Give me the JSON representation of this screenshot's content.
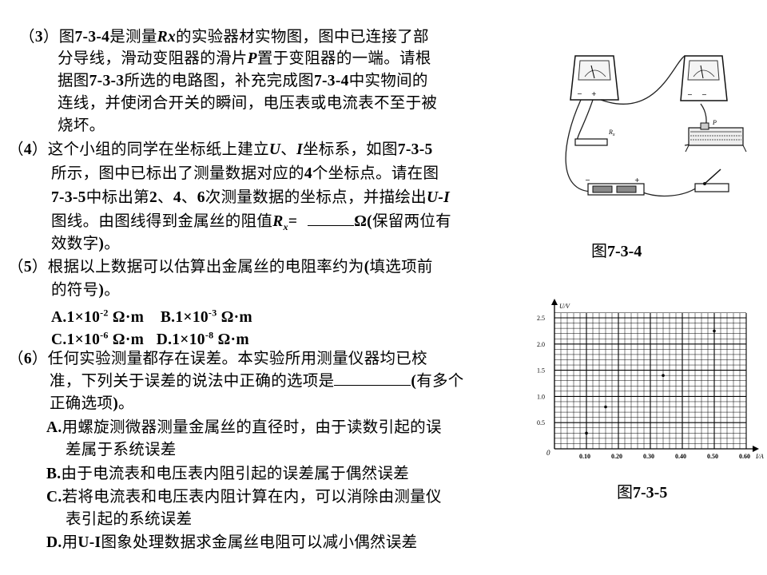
{
  "q3": {
    "num": "3",
    "l1a": "图",
    "l1b": "7-3-4",
    "l1c": "是测量",
    "l1d": "Rx",
    "l1e": "的实验器材实物图，图中已连接了部",
    "l2a": "分导线，滑动变阻器的滑片",
    "l2b": "P",
    "l2c": "置于变阻器的一端。请根",
    "l3a": "据图",
    "l3b": "7-3-3",
    "l3c": "所选的电路图，补充完成图",
    "l3d": "7-3-4",
    "l3e": "中实物间的",
    "l4": "连线，并使闭合开关的瞬间，电压表或电流表不至于被",
    "l5": "烧坏。"
  },
  "q4": {
    "num": "4",
    "l1a": "这个小组的同学在坐标纸上建立",
    "l1b": "U",
    "l1c": "、",
    "l1d": "I",
    "l1e": "坐标系，如图",
    "l1f": "7-3-5",
    "l2a": "所示，图中已标出了测量数据对应的",
    "l2b": "4",
    "l2c": "个坐标点。请在图",
    "l3a": "7-3-5",
    "l3b": "中标出第",
    "l3c": "2",
    "l3d": "、",
    "l3e": "4",
    "l3f": "、",
    "l3g": "6",
    "l3h": "次测量数据的坐标点，并描绘出",
    "l3i": "U-I",
    "l4a": "图线。由图线得到金属丝的阻值",
    "l4b": "R",
    "l4c": "x",
    "l4d": "=",
    "l4e": "Ω(",
    "l4f": "保留两位有",
    "l5a": "效数字",
    "l5b": ")",
    "l5c": "。"
  },
  "q5": {
    "num": "5",
    "l1a": "根据以上数据可以估算出金属丝的电阻率约为",
    "l1b": "(",
    "l1c": "填选项前",
    "l2a": "的符号",
    "l2b": ")",
    "l2c": "。",
    "optA": "A.1×10",
    "optAexp": "-2",
    "optAunit": " Ω·m",
    "optB": "B.1×10",
    "optBexp": "-3",
    "optBunit": " Ω·m",
    "optC": "C.1×10",
    "optCexp": "-6",
    "optCunit": " Ω·m",
    "optD": "D.1×10",
    "optDexp": "-8",
    "optDunit": " Ω·m"
  },
  "q6": {
    "num": "6",
    "l1": "任何实验测量都存在误差。本实验所用测量仪器均已校",
    "l2a": "准，下列关于误差的说法中正确的选项是",
    "l2b": "(",
    "l2c": "有多个",
    "l3a": "正确选项",
    "l3b": ")",
    "l3c": "。",
    "aLabel": "A.",
    "a1": "用螺旋测微器测量金属丝的直径时，由于读数引起的误",
    "a2": "差属于系统误差",
    "bLabel": "B.",
    "b1": "由于电流表和电压表内阻引起的误差属于偶然误差",
    "cLabel": "C.",
    "c1": "若将电流表和电压表内阻计算在内，可以消除由测量仪",
    "c2": "表引起的系统误差",
    "dLabel": "D.",
    "dPre": "用",
    "dBold": "U-I",
    "d1": "图象处理数据求金属丝电阻可以减小偶然误差"
  },
  "fig734": {
    "pre": "图",
    "num": "7-3-4",
    "rx": "R",
    "rxSub": "x",
    "p": "P"
  },
  "fig735": {
    "pre": "图",
    "num": "7-3-5",
    "yAxisLabel": "U/V",
    "xAxisLabel": "I/A",
    "origin": "0",
    "yTicks": [
      "0.5",
      "1.0",
      "1.5",
      "2.0",
      "2.5"
    ],
    "xTicks": [
      "0.10",
      "0.20",
      "0.30",
      "0.40",
      "0.50",
      "0.60"
    ]
  },
  "chart_data": {
    "type": "scatter",
    "xlabel": "I/A",
    "ylabel": "U/V",
    "xlim": [
      0,
      0.6
    ],
    "ylim": [
      0,
      2.5
    ],
    "points": [
      {
        "x": 0.1,
        "y": 0.3
      },
      {
        "x": 0.16,
        "y": 0.8
      },
      {
        "x": 0.34,
        "y": 1.4
      },
      {
        "x": 0.5,
        "y": 2.25
      }
    ]
  }
}
